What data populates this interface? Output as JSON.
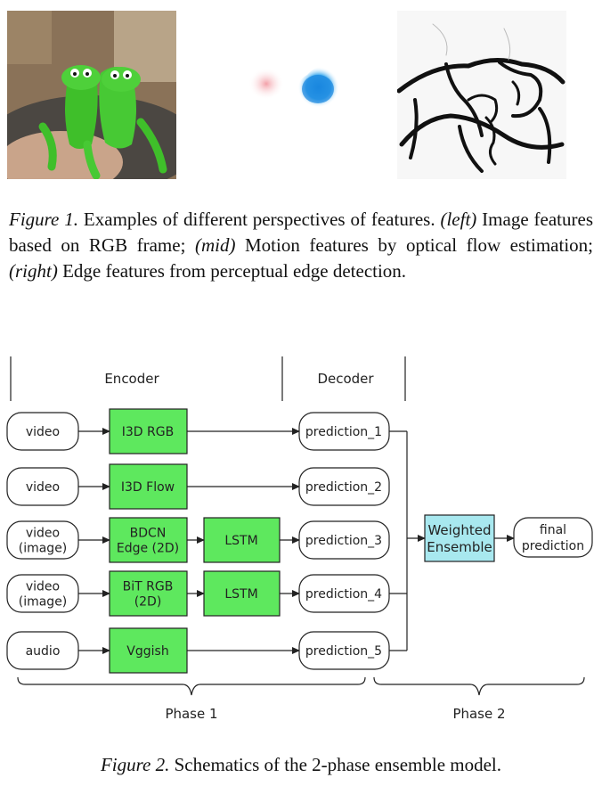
{
  "figure1": {
    "panels": [
      {
        "name": "rgb-frame",
        "position_label": "left"
      },
      {
        "name": "optical-flow",
        "position_label": "mid"
      },
      {
        "name": "edge-map",
        "position_label": "right"
      }
    ],
    "caption": {
      "label": "Figure 1.",
      "text_a": " Examples of different perspectives of features. ",
      "left": "(left)",
      "text_b": " Image features based on RGB frame; ",
      "mid": "(mid)",
      "text_c": " Motion features by optical flow estimation; ",
      "right": "(right)",
      "text_d": " Edge features from perceptual edge detection."
    }
  },
  "figure2": {
    "headers": {
      "encoder": "Encoder",
      "decoder": "Decoder"
    },
    "rows": [
      {
        "input": [
          "video"
        ],
        "encoder": [
          "I3D RGB"
        ],
        "lstm": "",
        "prediction": "prediction_1"
      },
      {
        "input": [
          "video"
        ],
        "encoder": [
          "I3D Flow"
        ],
        "lstm": "",
        "prediction": "prediction_2"
      },
      {
        "input": [
          "video",
          "(image)"
        ],
        "encoder": [
          "BDCN",
          "Edge (2D)"
        ],
        "lstm": "LSTM",
        "prediction": "prediction_3"
      },
      {
        "input": [
          "video",
          "(image)"
        ],
        "encoder": [
          "BiT RGB",
          "(2D)"
        ],
        "lstm": "LSTM",
        "prediction": "prediction_4"
      },
      {
        "input": [
          "audio"
        ],
        "encoder": [
          "Vggish"
        ],
        "lstm": "",
        "prediction": "prediction_5"
      }
    ],
    "ensemble": [
      "Weighted",
      "Ensemble"
    ],
    "final": [
      "final",
      "prediction"
    ],
    "phases": [
      "Phase 1",
      "Phase 2"
    ],
    "colors": {
      "encoder_fill": "#5ee85e",
      "ensemble_fill": "#a8e8ef",
      "line": "#222222"
    },
    "caption": {
      "label": "Figure 2.",
      "text": " Schematics of the 2-phase ensemble model."
    }
  }
}
